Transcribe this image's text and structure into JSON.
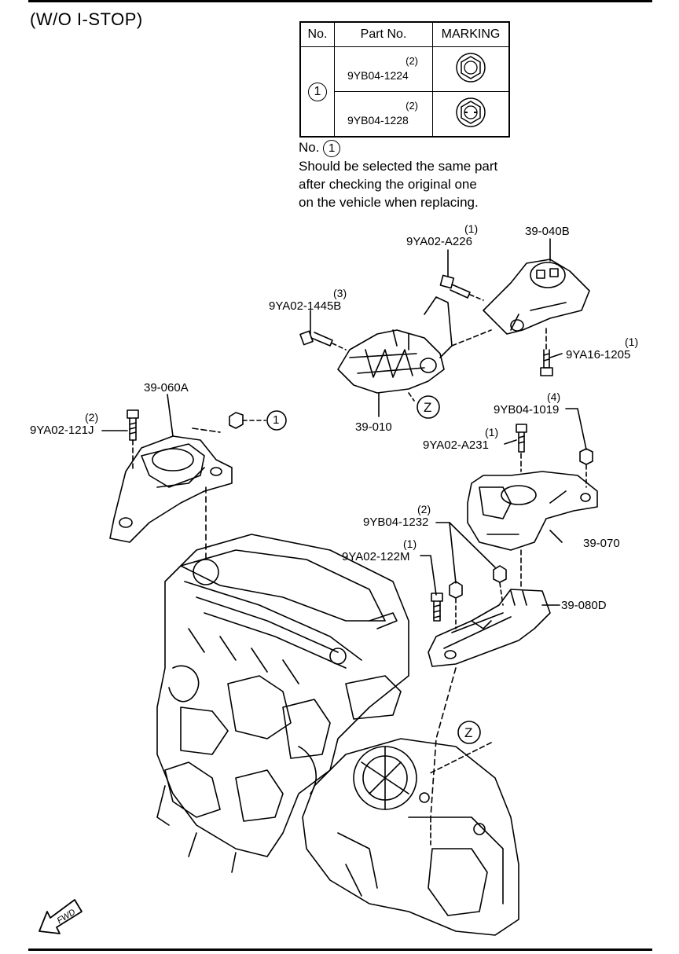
{
  "title": "(W/O I-STOP)",
  "table": {
    "headers": [
      "No.",
      "Part No.",
      "MARKING"
    ],
    "item_no": "1",
    "rows": [
      {
        "qty": "(2)",
        "part_no": "9YB04-1224"
      },
      {
        "qty": "(2)",
        "part_no": "9YB04-1228"
      }
    ]
  },
  "note": {
    "prefix": "No.",
    "item": "1",
    "lines": [
      "Should be selected the same part",
      "after checking the original one",
      "on the vehicle when replacing."
    ]
  },
  "callouts": {
    "c_9ya02_a226": {
      "qty": "(1)",
      "part": "9YA02-A226"
    },
    "c_39_040b": {
      "part": "39-040B"
    },
    "c_9ya02_1445b": {
      "qty": "(3)",
      "part": "9YA02-1445B"
    },
    "c_9ya16_1205": {
      "qty": "(1)",
      "part": "9YA16-1205"
    },
    "c_39_060a": {
      "part": "39-060A"
    },
    "c_9ya02_121j": {
      "qty": "(2)",
      "part": "9YA02-121J"
    },
    "c_circle_1": {
      "part": "1"
    },
    "c_39_010": {
      "part": "39-010"
    },
    "c_z_upper": {
      "part": "Z"
    },
    "c_9yb04_1019": {
      "qty": "(4)",
      "part": "9YB04-1019"
    },
    "c_9ya02_a231": {
      "qty": "(1)",
      "part": "9YA02-A231"
    },
    "c_9yb04_1232": {
      "qty": "(2)",
      "part": "9YB04-1232"
    },
    "c_39_070": {
      "part": "39-070"
    },
    "c_9ya02_122m": {
      "qty": "(1)",
      "part": "9YA02-122M"
    },
    "c_39_080d": {
      "part": "39-080D"
    },
    "c_z_lower": {
      "part": "Z"
    }
  },
  "fwd": "FWD"
}
